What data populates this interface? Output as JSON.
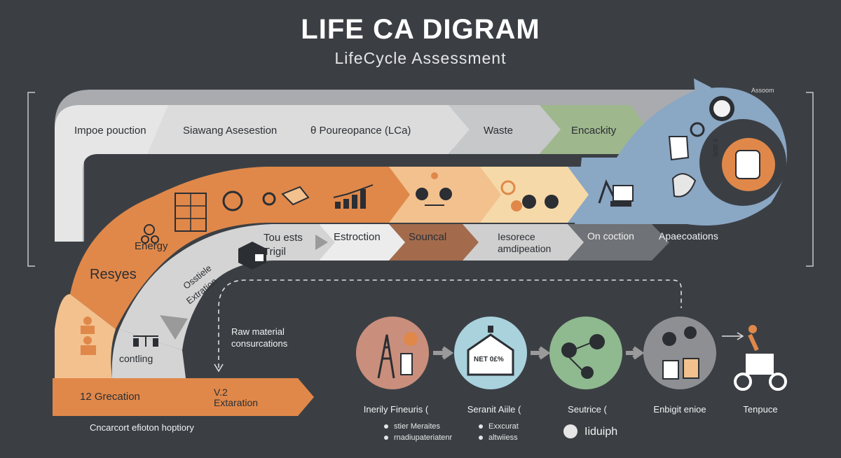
{
  "header": {
    "title": "LIFE CA DIGRAM",
    "subtitle": "LifeCycle  Assessment",
    "corner_label": "Assoom"
  },
  "top_band": {
    "stages": [
      "Impoe pouction",
      "Siawang Asesestion",
      "θ Poureopance (LCa)",
      "Waste",
      "Encackity"
    ]
  },
  "middle_band": {
    "stages": [
      "Tou ests Trigil",
      "Estroction",
      "Souncal",
      "Iesorece amdipeation",
      "On coction",
      "Apaecoations"
    ],
    "left_labels": [
      "Energy",
      "Resyes"
    ],
    "side_labels": [
      "Osstiele",
      "Extration"
    ]
  },
  "bottom_band": {
    "left_label": "contling",
    "stages": [
      "12 Grecation",
      "V.2 Extaration"
    ],
    "footer": "Cncarcort efioton hoptiory"
  },
  "flow_note": "Raw material\nconsurcations",
  "circle_side_text": "ε αυs",
  "process_circles": [
    {
      "name": "Inerily Fineuris  (",
      "color": "#c98f7c"
    },
    {
      "name": "Seranit  Aiile    (",
      "color": "#a9d2dd",
      "badge": "NET 0£%"
    },
    {
      "name": "Seutrice      (",
      "color": "#8fb98f"
    },
    {
      "name": "Enbigit enioe",
      "color": "#8d8f93"
    },
    {
      "name": "Tenpuce",
      "color": "none"
    }
  ],
  "legend": {
    "col1": [
      "stier Meraites",
      "rnadiupateriatenr"
    ],
    "col2": [
      "Exxcurat",
      "altwiiess"
    ],
    "big_item": "Iiduiph"
  },
  "colors": {
    "background": "#3b3f44",
    "orange": "#e0884a",
    "light_orange": "#f2c18e",
    "grey_band": "#d9d9d9",
    "blue": "#8aa7c4",
    "green": "#9fb78d",
    "brown": "#a36b4c"
  }
}
